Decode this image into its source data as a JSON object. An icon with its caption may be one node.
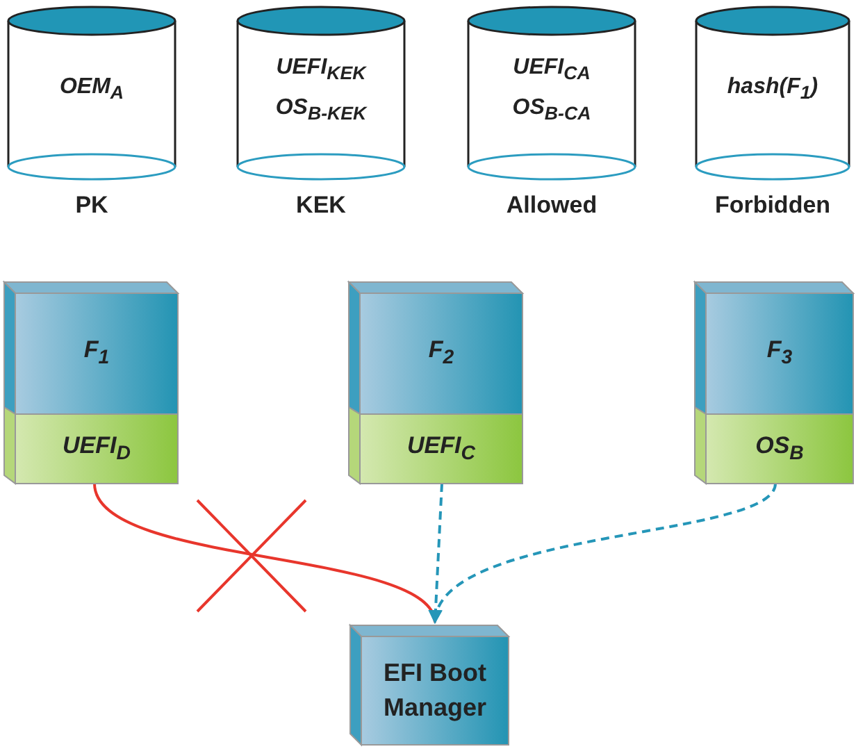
{
  "diagram": {
    "nodes": [
      {
        "text": [
          "OEM$_{A}$"
        ],
        "beside": [
          "PK"
        ]
      },
      {
        "text": [
          "UEFI$_{KEK}$ OS$_{B-KEK}$"
        ],
        "beside": [
          "KEK"
        ]
      },
      {
        "text": [
          "UEFI$_{CA}$ OS$_{B-CA}$"
        ],
        "beside": [
          "Allowed"
        ]
      },
      {
        "text": [
          "hash(F$_{1}$)"
        ],
        "beside": [
          "Forbidden"
        ]
      },
      {
        "text": [
          "F$_{1}$",
          "UEFI$_{D}$"
        ]
      },
      {
        "text": [
          "F$_{2}$",
          "UEFI$_{C}$"
        ]
      },
      {
        "text": [
          "F$_{3}$",
          "OS$_{B}$"
        ]
      },
      {
        "text": [
          "EFI Boot Manager"
        ]
      }
    ],
    "edges": [
      {
        "from": 4,
        "to": 7,
        "arrow": "none",
        "color": "#e8362c"
      },
      {
        "from": 5,
        "to": 7,
        "arrow": "to",
        "style": "dashed"
      },
      {
        "from": 6,
        "to": 7,
        "arrow": "to",
        "style": "dashed"
      }
    ]
  }
}
